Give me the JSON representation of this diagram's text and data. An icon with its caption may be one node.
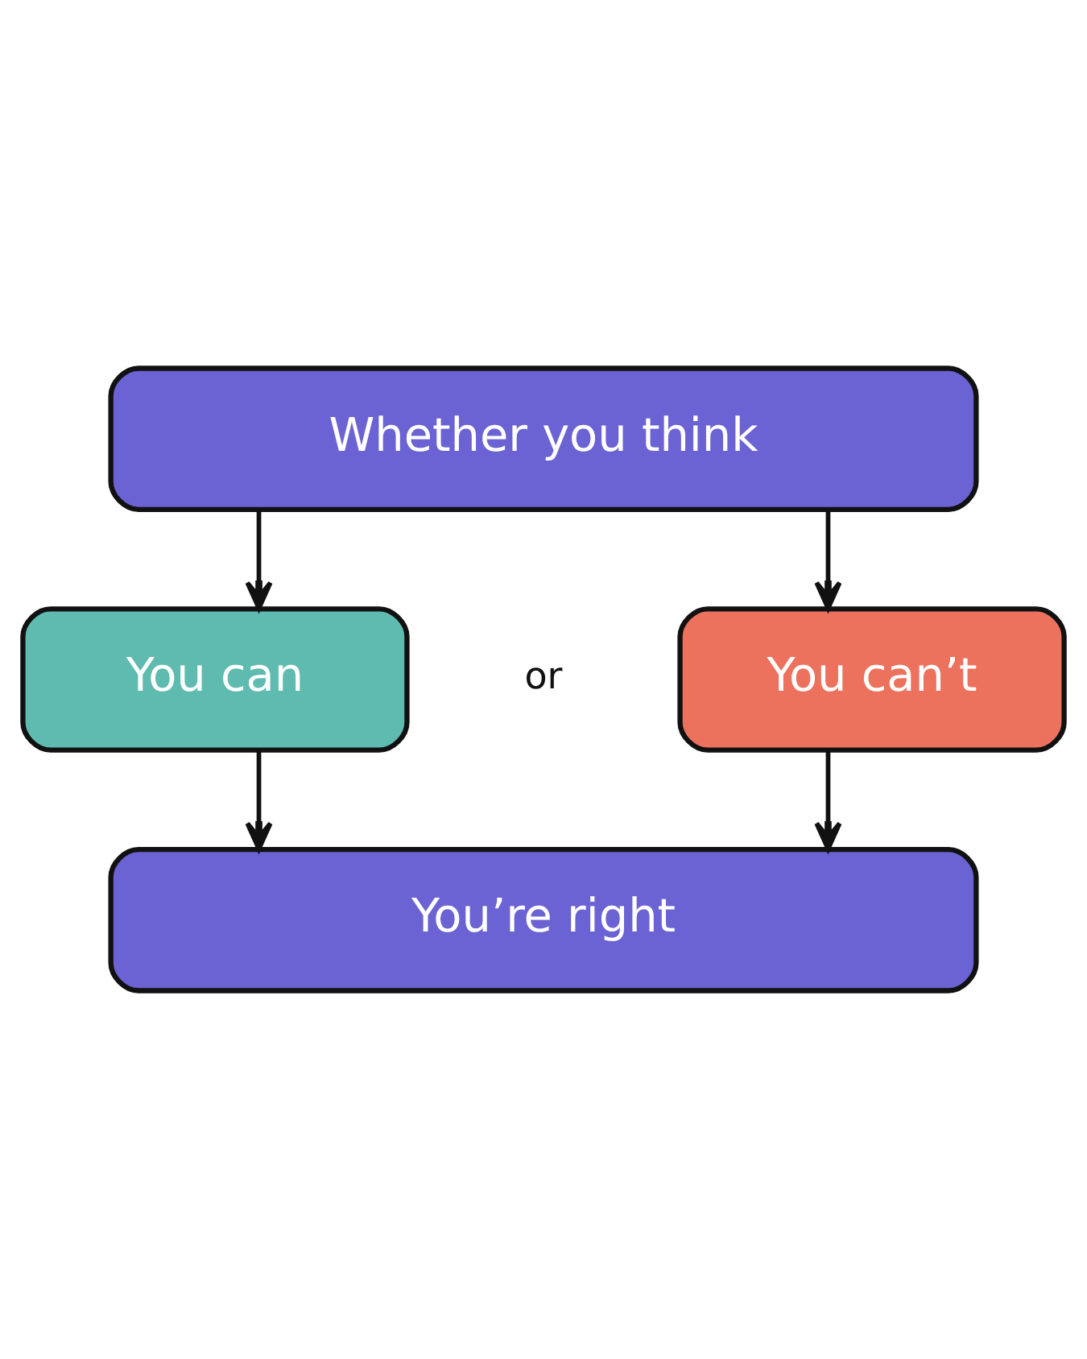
{
  "diagram": {
    "nodes": [
      {
        "text": [
          "Whether you think"
        ]
      },
      {
        "text": [
          "You can"
        ]
      },
      {
        "text": [
          "You can’t"
        ]
      },
      {
        "text": [
          "You’re right"
        ]
      }
    ],
    "edges": [
      {
        "from": 0,
        "to": 1,
        "arrow": "to"
      },
      {
        "from": 0,
        "to": 2,
        "arrow": "to"
      },
      {
        "from": 1,
        "to": 3,
        "arrow": "to"
      },
      {
        "from": 2,
        "to": 3,
        "arrow": "to"
      }
    ],
    "labels": [
      "or"
    ]
  }
}
